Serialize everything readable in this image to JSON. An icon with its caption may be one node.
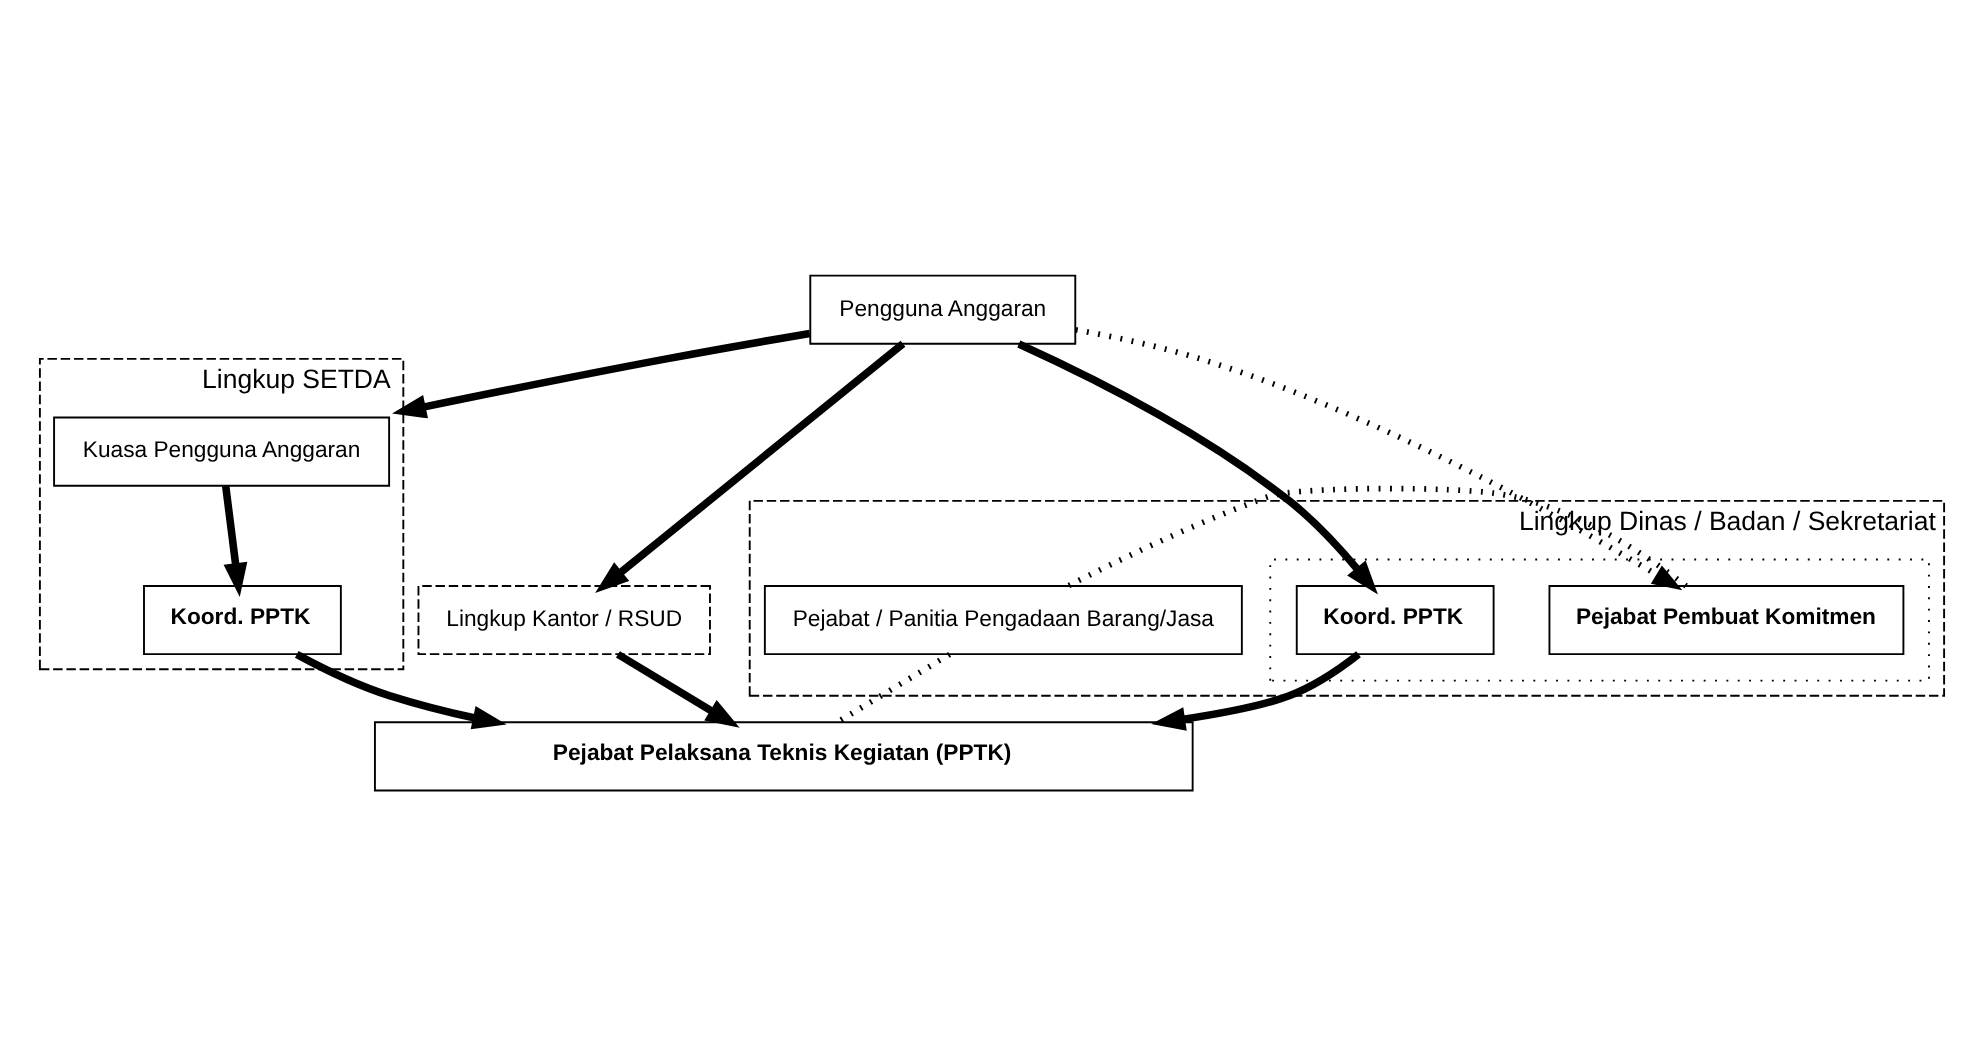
{
  "diagram": {
    "nodes": [
      {
        "text": [
          "Pengguna Anggaran"
        ]
      },
      {
        "text": [
          "Lingkup SETDA"
        ]
      },
      {
        "text": [
          "Lingkup Kantor / RSUD"
        ]
      },
      {
        "text": [
          "Lingkup Dinas / Badan / Sekretariat"
        ]
      },
      {
        "text": [
          "Kuasa Pengguna Anggaran"
        ],
        "in": 1
      },
      {
        "text": [
          "Koord. PPTK"
        ],
        "in": 1
      },
      {
        "text": [],
        "shape": "box",
        "in": 3
      },
      {
        "text": [
          "Koord. PPTK"
        ],
        "in": 6
      },
      {
        "text": [
          "Pejabat Pembuat Komitmen"
        ],
        "in": 6
      },
      {
        "text": [
          "Pejabat / Panitia Pengadaan Barang/Jasa"
        ],
        "in": 3
      },
      {
        "text": [
          "Pejabat Pelaksana Teknis Kegiatan (PPTK)"
        ]
      }
    ],
    "edges": [
      {
        "from": 0,
        "to": 1,
        "arrow": "to"
      },
      {
        "from": 0,
        "to": 2,
        "arrow": "to"
      },
      {
        "from": 0,
        "to": 7,
        "arrow": "to"
      },
      {
        "from": 0,
        "to": 8,
        "arrow": "to",
        "style": "dashed"
      },
      {
        "from": 4,
        "to": 5,
        "arrow": "to"
      },
      {
        "from": 5,
        "to": 10,
        "arrow": "to"
      },
      {
        "from": 2,
        "to": 10,
        "arrow": "to"
      },
      {
        "from": 7,
        "to": 10,
        "arrow": "to"
      },
      {
        "from": 8,
        "to": 9,
        "arrow": "none",
        "style": "dashed"
      },
      {
        "from": 9,
        "to": 10,
        "arrow": "none",
        "style": "dashed"
      }
    ]
  }
}
